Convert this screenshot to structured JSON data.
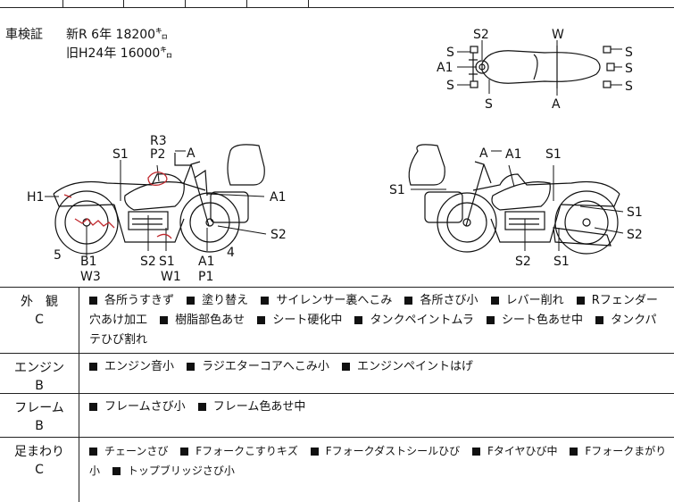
{
  "shaken": {
    "label": "車検証",
    "new_line": "新R  6年  18200㌔",
    "old_line": "旧H24年  16000㌔"
  },
  "marks": {
    "top": [
      "S2",
      "W",
      "S",
      "S",
      "A1",
      "S",
      "S",
      "A",
      "S",
      "S"
    ],
    "left": [
      "R3",
      "P2",
      "A",
      "S1",
      "H1",
      "A1",
      "S2",
      "5",
      "B1",
      "W3",
      "S2",
      "S1",
      "W1",
      "A1",
      "P1",
      "4"
    ],
    "right": [
      "A",
      "A1",
      "S1",
      "S1",
      "S1",
      "S2",
      "S2",
      "S1"
    ]
  },
  "sections": [
    {
      "category": "外　観",
      "grade": "C",
      "items": [
        "各所うすきず",
        "塗り替え",
        "サイレンサー裏へこみ",
        "各所さび小",
        "レバー削れ",
        "Rフェンダー穴あけ加工",
        "樹脂部色あせ",
        "シート硬化中",
        "タンクペイントムラ",
        "シート色あせ中",
        "タンクパテひび割れ"
      ]
    },
    {
      "category": "エンジン",
      "grade": "B",
      "items": [
        "エンジン音小",
        "ラジエターコアへこみ小",
        "エンジンペイントはげ"
      ]
    },
    {
      "category": "フレーム",
      "grade": "B",
      "items": [
        "フレームさび小",
        "フレーム色あせ中"
      ]
    },
    {
      "category": "足まわり",
      "grade": "C",
      "items": [
        "チェーンさび",
        "Fフォークこすりキズ",
        "Fフォークダストシールひび",
        "Fタイヤひび中",
        "Fフォークまがり小",
        "トップブリッジさび小"
      ]
    }
  ]
}
